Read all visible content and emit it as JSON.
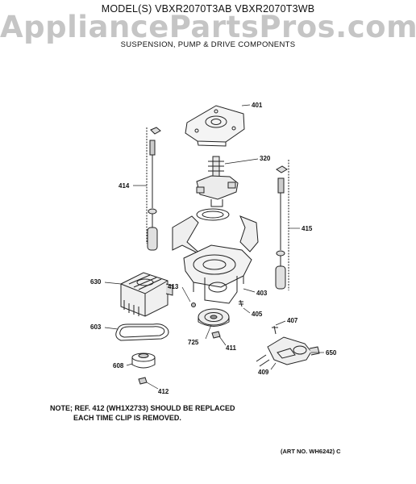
{
  "header": {
    "model": "MODEL(S) VBXR2070T3AB  VBXR2070T3WB",
    "watermark": "AppliancePartsPros.com",
    "subtitle": "SUSPENSION, PUMP & DRIVE COMPONENTS"
  },
  "callouts": {
    "c401": "401",
    "c320": "320",
    "c414": "414",
    "c415": "415",
    "c630": "630",
    "c413": "413",
    "c403": "403",
    "c405": "405",
    "c603": "603",
    "c725": "725",
    "c411": "411",
    "c407": "407",
    "c650": "650",
    "c608": "608",
    "c409": "409",
    "c412": "412"
  },
  "note": {
    "line1": "NOTE; REF. 412 (WH1X2733) SHOULD BE REPLACED",
    "line2": "EACH TIME CLIP IS REMOVED."
  },
  "art_no": "(ART NO. WH6242) C"
}
